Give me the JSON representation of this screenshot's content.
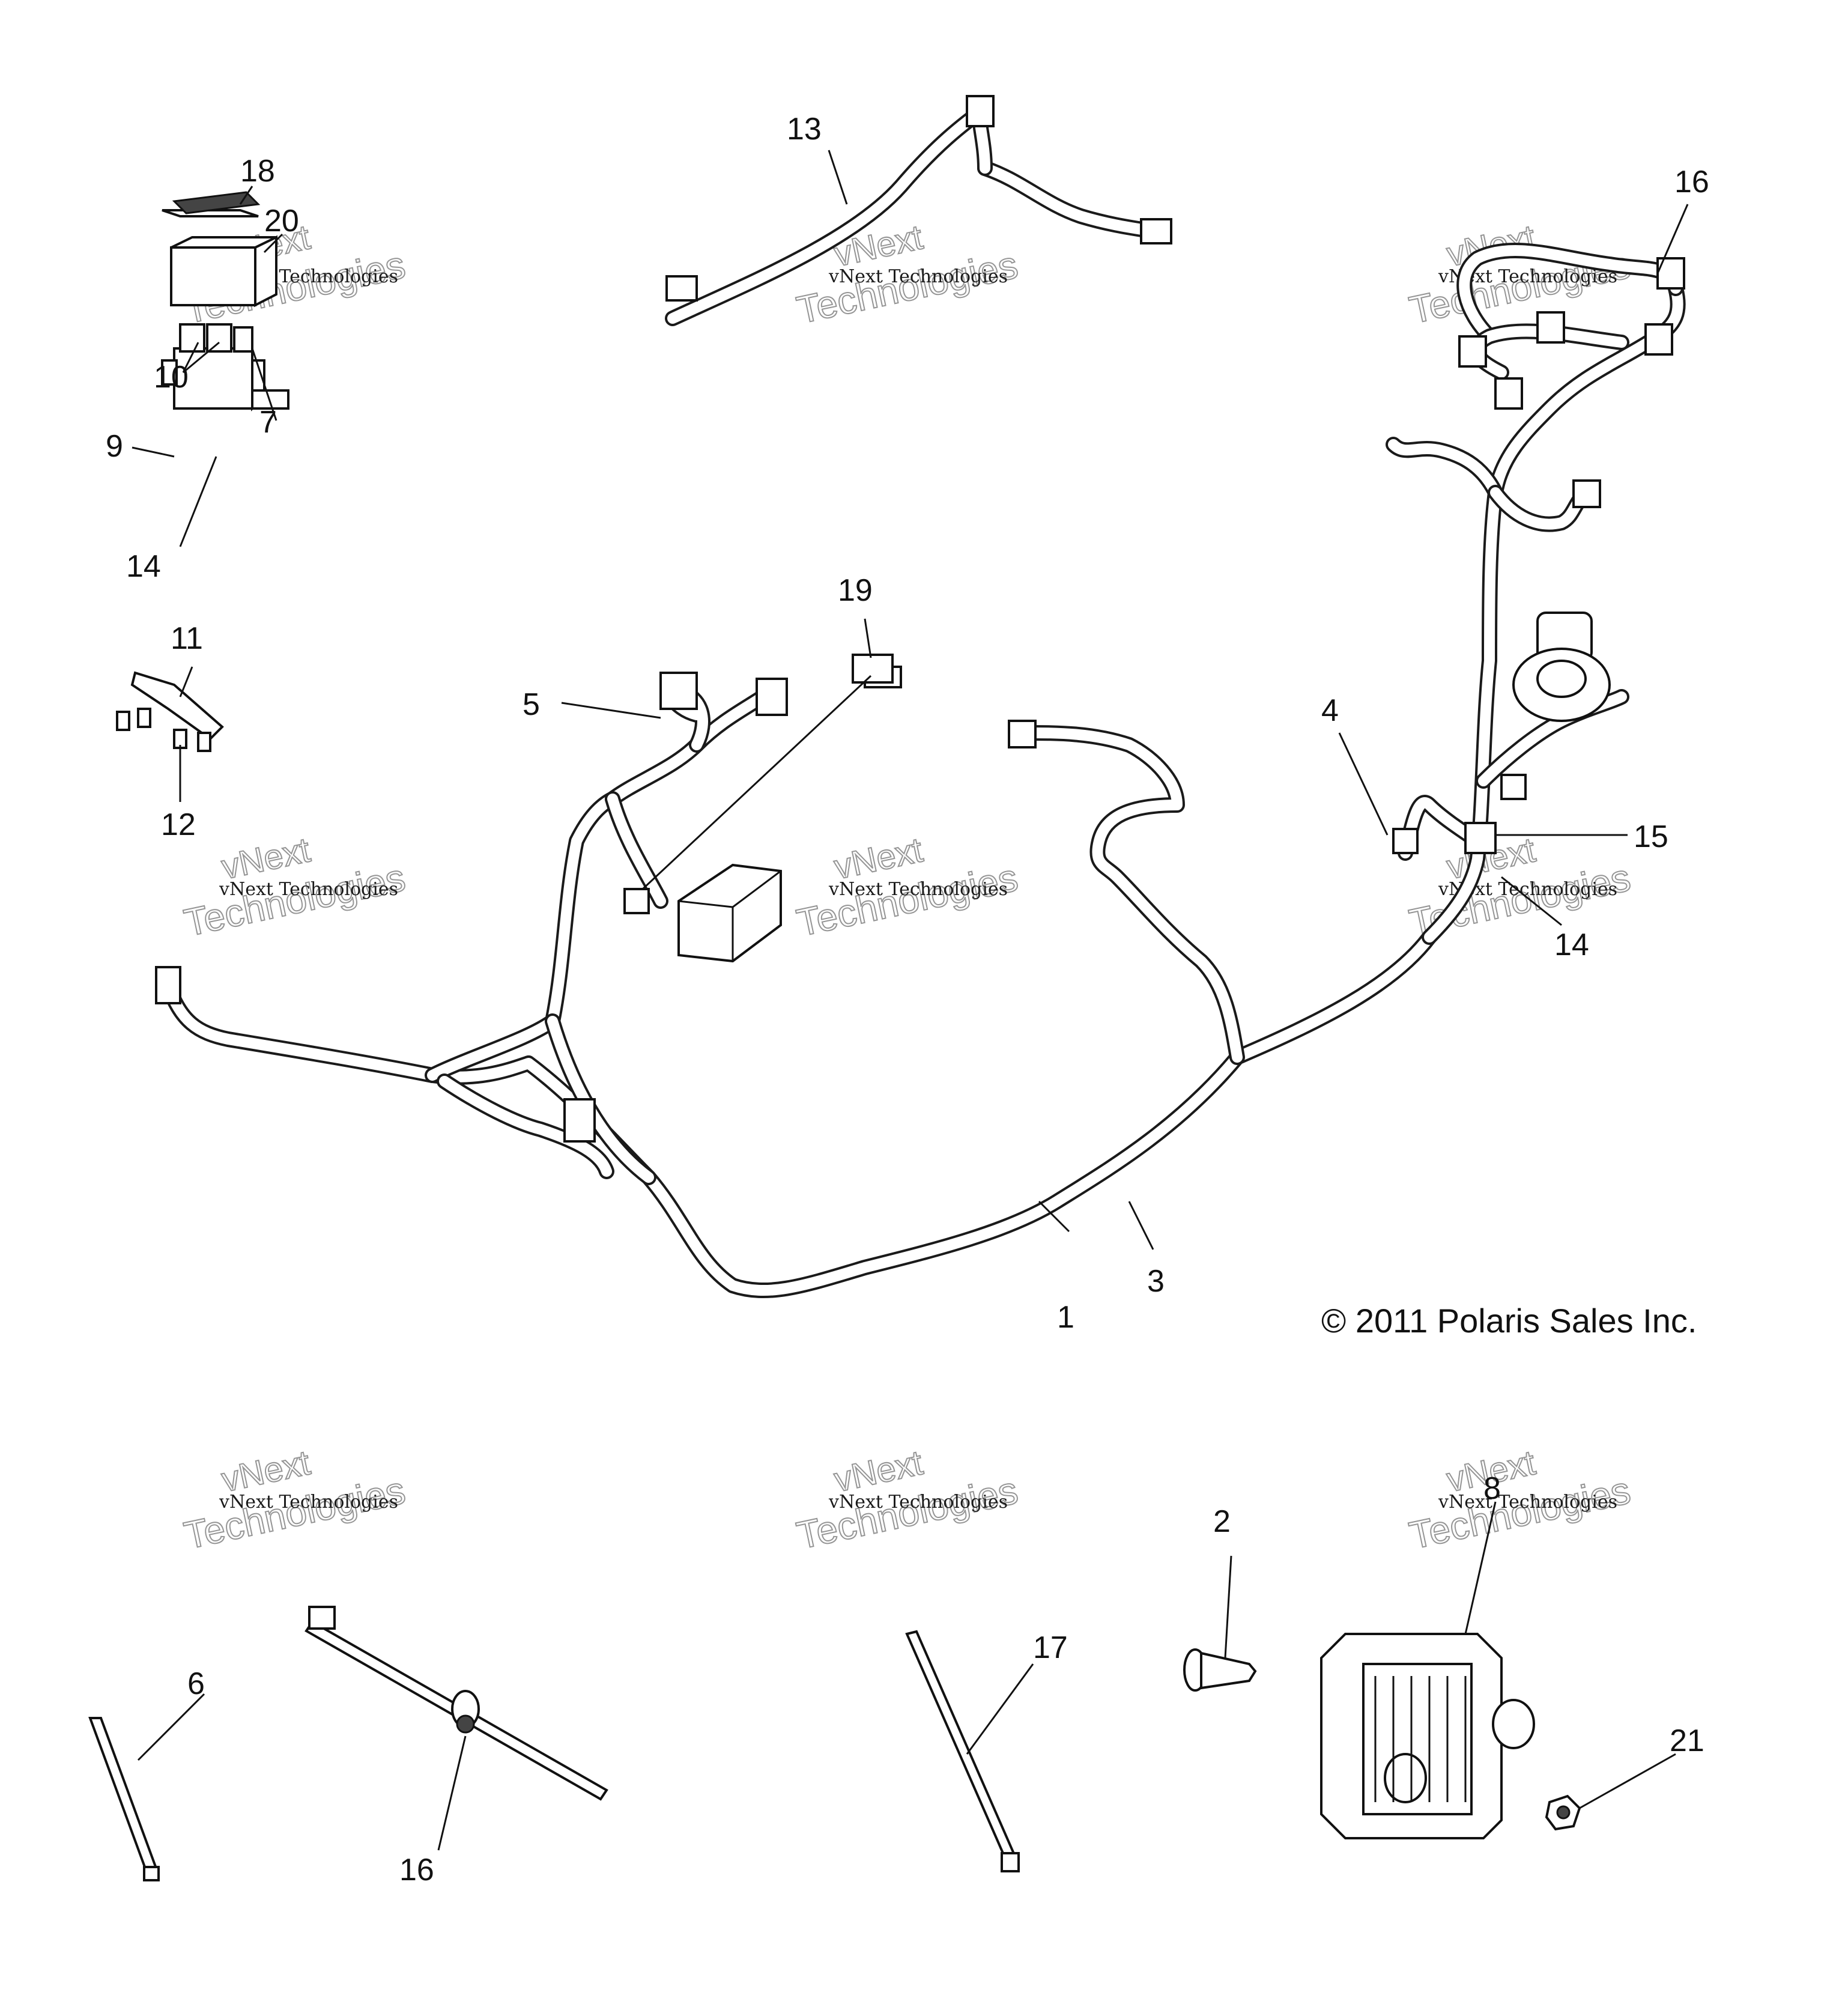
{
  "diagram": {
    "copyright": "© 2011 Polaris Sales Inc.",
    "watermark": {
      "line1": "vNext Technologies",
      "line2": "Technologies",
      "line3": "vNext"
    },
    "callouts": [
      {
        "id": "c1",
        "label": "1"
      },
      {
        "id": "c2",
        "label": "2"
      },
      {
        "id": "c3",
        "label": "3"
      },
      {
        "id": "c4",
        "label": "4"
      },
      {
        "id": "c5",
        "label": "5"
      },
      {
        "id": "c6",
        "label": "6"
      },
      {
        "id": "c7",
        "label": "7"
      },
      {
        "id": "c8",
        "label": "8"
      },
      {
        "id": "c9",
        "label": "9"
      },
      {
        "id": "c10",
        "label": "10"
      },
      {
        "id": "c11",
        "label": "11"
      },
      {
        "id": "c12",
        "label": "12"
      },
      {
        "id": "c13",
        "label": "13"
      },
      {
        "id": "c14a",
        "label": "14"
      },
      {
        "id": "c14b",
        "label": "14"
      },
      {
        "id": "c15",
        "label": "15"
      },
      {
        "id": "c16a",
        "label": "16"
      },
      {
        "id": "c16b",
        "label": "16"
      },
      {
        "id": "c17",
        "label": "17"
      },
      {
        "id": "c18",
        "label": "18"
      },
      {
        "id": "c19",
        "label": "19"
      },
      {
        "id": "c20",
        "label": "20"
      },
      {
        "id": "c21",
        "label": "21"
      }
    ]
  }
}
